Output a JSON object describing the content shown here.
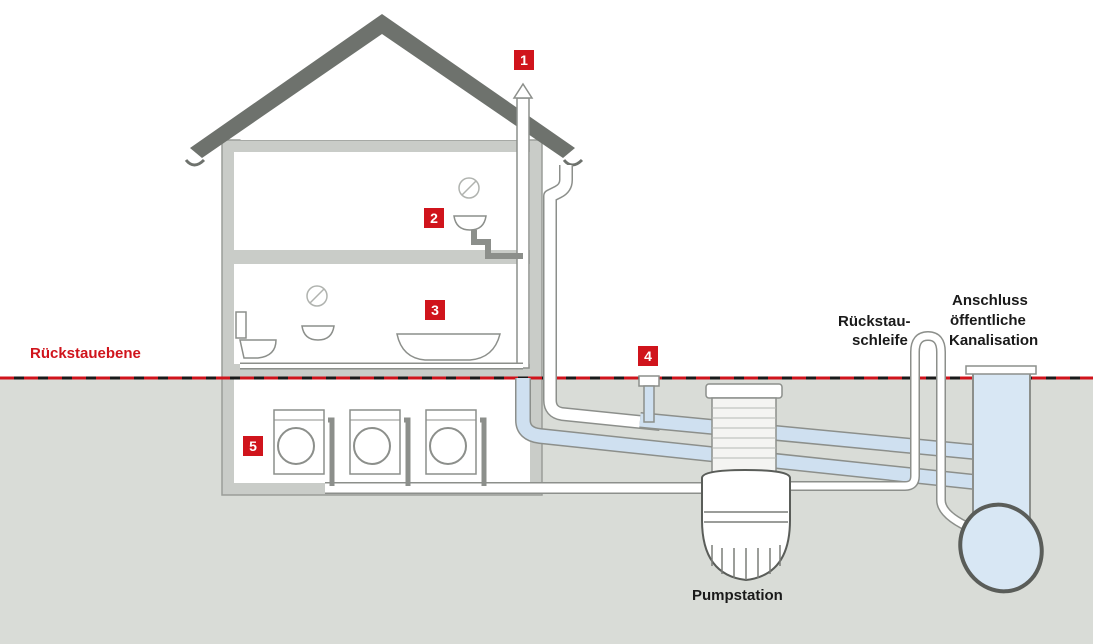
{
  "labels": {
    "backwater_level": "Rückstauebene",
    "backwater_loop_line1": "Rückstau-",
    "backwater_loop_line2": "schleife",
    "sewer_line1": "Anschluss",
    "sewer_line2": "öffentliche",
    "sewer_line3": "Kanalisation",
    "pump_station": "Pumpstation"
  },
  "markers": [
    "1",
    "2",
    "3",
    "4",
    "5"
  ],
  "colors": {
    "accent_red": "#d0141c",
    "ground": "#d9dcd7",
    "pipe_blue": "#cfe0f0",
    "roof": "#6e726d"
  }
}
